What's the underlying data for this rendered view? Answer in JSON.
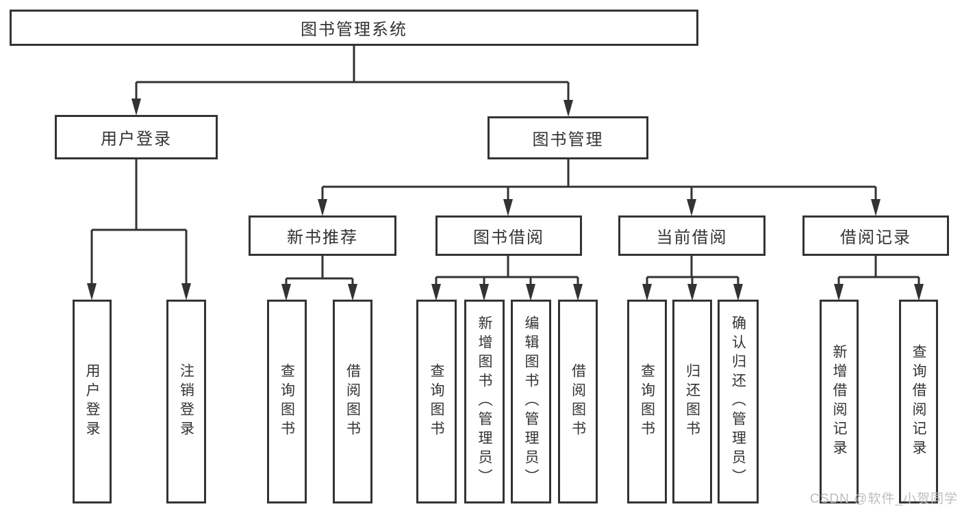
{
  "colors": {
    "line": "#333333",
    "box_border": "#333333",
    "text": "#333333",
    "watermark": "#bdbdbd",
    "background": "#ffffff"
  },
  "watermark": {
    "text": "CSDN @软件_小贺同学"
  },
  "tree": {
    "root": {
      "label": "图书管理系统",
      "children": [
        {
          "label": "用户登录",
          "children": [
            {
              "label": "用户登录"
            },
            {
              "label": "注销登录"
            }
          ]
        },
        {
          "label": "图书管理",
          "children": [
            {
              "label": "新书推荐",
              "children": [
                {
                  "label": "查询图书"
                },
                {
                  "label": "借阅图书"
                }
              ]
            },
            {
              "label": "图书借阅",
              "children": [
                {
                  "label": "查询图书"
                },
                {
                  "label": "新增图书（管理员）"
                },
                {
                  "label": "编辑图书（管理员）"
                },
                {
                  "label": "借阅图书"
                }
              ]
            },
            {
              "label": "当前借阅",
              "children": [
                {
                  "label": "查询图书"
                },
                {
                  "label": "归还图书"
                },
                {
                  "label": "确认归还（管理员）"
                }
              ]
            },
            {
              "label": "借阅记录",
              "children": [
                {
                  "label": "新增借阅记录"
                },
                {
                  "label": "查询借阅记录"
                }
              ]
            }
          ]
        }
      ]
    }
  }
}
